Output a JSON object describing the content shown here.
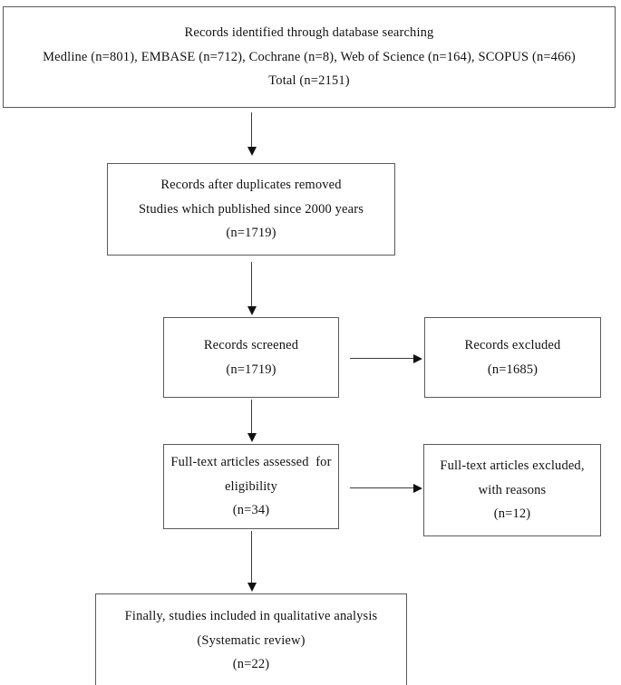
{
  "diagram": {
    "title": "PRISMA study selection flow diagram",
    "boxes": {
      "identified": {
        "name": "Records identified through database searching",
        "lines": [
          "Records identified through database searching",
          "Medline (n=801), EMBASE (n=712), Cochrane (n=8), Web of Science (n=164), SCOPUS (n=466)",
          "Total (n=2151)"
        ]
      },
      "duplicates_removed": {
        "name": "Records after duplicates removed",
        "lines": [
          "Records after duplicates removed",
          "Studies which published since 2000 years",
          "(n=1719)"
        ]
      },
      "records_screened": {
        "name": "Records screened",
        "lines": [
          "Records screened",
          "(n=1719)"
        ]
      },
      "records_excluded": {
        "name": "Records excluded",
        "lines": [
          "Records excluded",
          "(n=1685)"
        ]
      },
      "fulltext_assessed": {
        "name": "Full-text articles assessed for eligibility",
        "lines": [
          "Full-text articles assessed  for",
          "eligibility",
          "(n=34)"
        ]
      },
      "fulltext_excluded": {
        "name": "Full-text articles excluded, with reasons",
        "lines": [
          "Full-text articles excluded,",
          "with reasons",
          "(n=12)"
        ]
      },
      "included": {
        "name": "Finally, studies included in qualitative analysis",
        "lines": [
          "Finally, studies included in qualitative analysis",
          "(Systematic review)",
          "(n=22)"
        ]
      }
    },
    "arrows": [
      {
        "id": "identified-to-duplicates",
        "direction": "down"
      },
      {
        "id": "duplicates-to-screened",
        "direction": "down"
      },
      {
        "id": "screened-to-fulltext",
        "direction": "down"
      },
      {
        "id": "fulltext-to-included",
        "direction": "down"
      },
      {
        "id": "screened-to-excluded",
        "direction": "right"
      },
      {
        "id": "fulltext-to-fulltext-excluded",
        "direction": "right"
      }
    ],
    "colors": {
      "border": "#5a5a5a",
      "arrow": "#111111",
      "text": "#121212",
      "background": "#ffffff"
    }
  }
}
